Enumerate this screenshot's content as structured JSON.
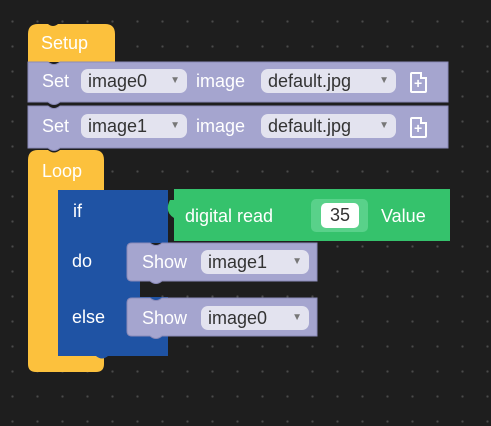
{
  "setup": {
    "label": "Setup",
    "rows": [
      {
        "set_label": "Set",
        "variable": "image0",
        "type_label": "image",
        "file": "default.jpg"
      },
      {
        "set_label": "Set",
        "variable": "image1",
        "type_label": "image",
        "file": "default.jpg"
      }
    ]
  },
  "loop": {
    "label": "Loop",
    "if_block": {
      "if_label": "if",
      "do_label": "do",
      "else_label": "else",
      "condition": {
        "label": "digital read",
        "pin": "35",
        "suffix": "Value"
      },
      "do_action": {
        "label": "Show",
        "target": "image1"
      },
      "else_action": {
        "label": "Show",
        "target": "image0"
      }
    }
  },
  "colors": {
    "workspace": "#1e1e1e",
    "event_block": "#fcc13d",
    "set_block": "#a5a5cf",
    "control_block": "#1f53a4",
    "sensor_block": "#35c26c",
    "dropdown_bg": "#e3e3ef"
  },
  "icons": {
    "add_file": "file-plus-icon",
    "dropdown": "triangle-down"
  }
}
